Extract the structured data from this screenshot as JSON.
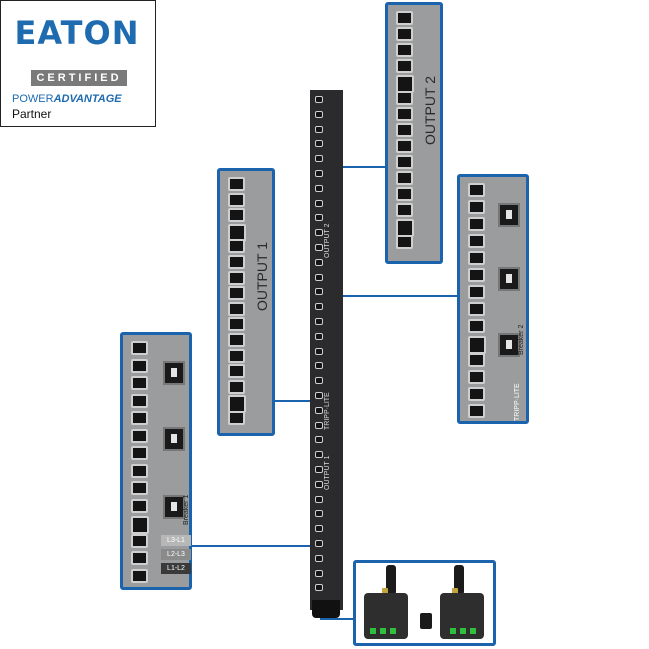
{
  "badge": {
    "brand": "EATON",
    "certified": "CERTIFIED",
    "power": "POWER",
    "advantage": "ADVANTAGE",
    "partner": "Partner"
  },
  "labels": {
    "output1": "OUTPUT 1",
    "output2": "OUTPUT 2",
    "pdu_output1": "OUTPUT 1",
    "pdu_output2": "OUTPUT 2",
    "brand_mark": "TRIPP·LITE",
    "breaker1": "Breaker 1",
    "breaker2": "Breaker 2"
  },
  "phases": [
    "L3-L1",
    "L2-L3",
    "L1-L2"
  ],
  "colors": {
    "accent_blue": "#1c63ad",
    "panel_gray": "#9b9c9e",
    "strip_dark": "#2b2b2d",
    "outlet_green": "#2fbf3c"
  },
  "icons": [
    "outlet-icon",
    "breaker-icon",
    "plug-icon"
  ]
}
